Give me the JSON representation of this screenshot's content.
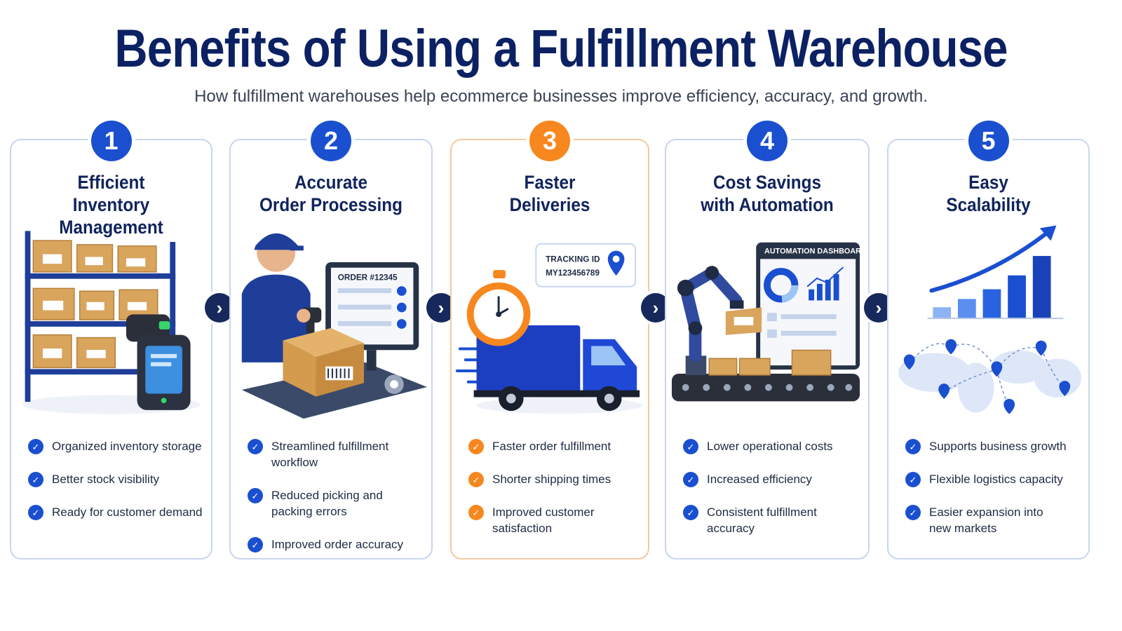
{
  "title": "Benefits of Using a Fulfillment Warehouse",
  "subtitle": "How fulfillment warehouses help ecommerce businesses improve efficiency, accuracy, and growth.",
  "colors": {
    "primary": "#1a4fd0",
    "accent": "#f7871f",
    "navy": "#0c2163",
    "border": "#c9d6ee"
  },
  "cards": [
    {
      "number": "1",
      "title_line1": "Efficient",
      "title_line2": "Inventory Management",
      "icon": "warehouse-shelves-scanner",
      "bullets": [
        "Organized inventory storage",
        "Better stock visibility",
        "Ready for customer demand"
      ]
    },
    {
      "number": "2",
      "title_line1": "Accurate",
      "title_line2": "Order Processing",
      "icon": "worker-scanning-package",
      "order_label": "ORDER #12345",
      "bullets": [
        "Streamlined fulfillment workflow",
        "Reduced picking and packing errors",
        "Improved order accuracy"
      ]
    },
    {
      "number": "3",
      "title_line1": "Faster",
      "title_line2": "Deliveries",
      "icon": "stopwatch-delivery-truck",
      "tracking_label": "TRACKING ID",
      "tracking_id": "MY123456789",
      "bullets": [
        "Faster order fulfillment",
        "Shorter shipping times",
        "Improved customer satisfaction"
      ]
    },
    {
      "number": "4",
      "title_line1": "Cost Savings",
      "title_line2": "with Automation",
      "icon": "robot-arm-conveyor",
      "dashboard_label": "AUTOMATION DASHBOARD",
      "bullets": [
        "Lower operational costs",
        "Increased efficiency",
        "Consistent fulfillment accuracy"
      ]
    },
    {
      "number": "5",
      "title_line1": "Easy",
      "title_line2": "Scalability",
      "icon": "growth-chart-world-map",
      "bullets": [
        "Supports business growth",
        "Flexible logistics capacity",
        "Easier expansion into new markets"
      ]
    }
  ]
}
